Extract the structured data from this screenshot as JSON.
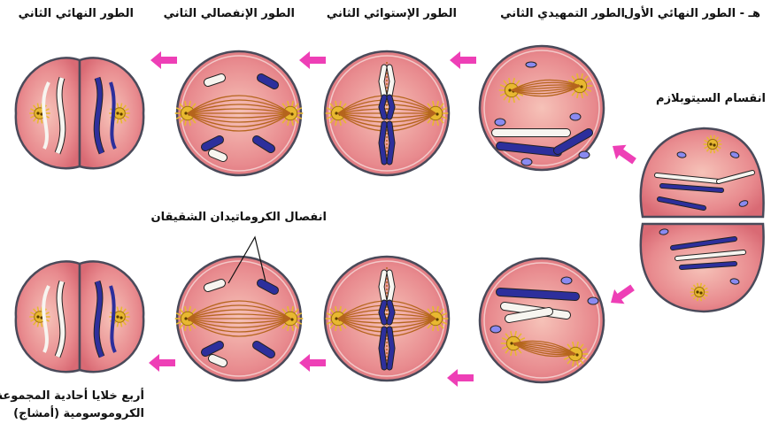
{
  "labels": {
    "telophase1": "هـ - الطور النهائي الأول",
    "prophase2": "الطور التمهيدي الثاني",
    "metaphase2": "الطور الإستوائي الثاني",
    "anaphase2": "الطور الإنفصالي الثاني",
    "telophase2": "الطور النهائي الثاني",
    "cytokinesis": "انقسام السيتوبلازم",
    "chromatid_separation": "انفصال الكروماتيدان الشقيقان",
    "result_line1": "أربع خلايا أحادية المجموعة",
    "result_line2": "الكروموسومية (أمشاج)"
  },
  "colors": {
    "cytoplasm": "#e88a8e",
    "cell_edge": "#4a4a5a",
    "spindle": "#b5651d",
    "centrosome": "#e8b830",
    "chromosome_dark": "#2d2f9c",
    "chromosome_light": "#f7f5f0",
    "arrow": "#ee3fb6"
  }
}
